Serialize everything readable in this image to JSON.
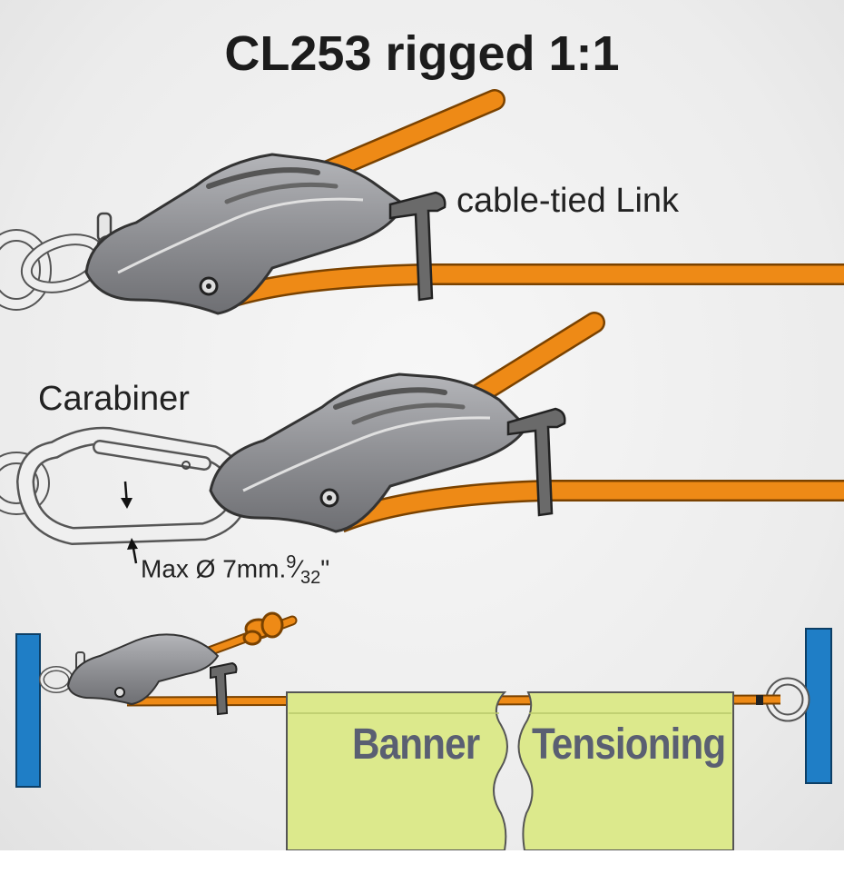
{
  "title": "CL253 rigged 1:1",
  "labels": {
    "cable_tied_link": "cable-tied Link",
    "carabiner": "Carabiner",
    "max_diameter_prefix": "Max Ø 7mm.",
    "max_diameter_num": "9",
    "max_diameter_den": "32",
    "max_diameter_suffix": "\""
  },
  "banner": {
    "word_left": "Banner",
    "word_right": "Tensioning"
  },
  "colors": {
    "rope": "#ee8a16",
    "rope_outline": "#8a4a00",
    "cleat": "#8d8e92",
    "cleat_dark": "#5c5d61",
    "cable_tie": "#5f5f5f",
    "banner": "#dce98c",
    "post": "#1f7ec6",
    "metal": "#e9e9e9"
  },
  "icons": [
    "cleat-icon",
    "carabiner-icon",
    "ring-icon",
    "cable-tie-icon",
    "post-icon",
    "knot-icon"
  ]
}
